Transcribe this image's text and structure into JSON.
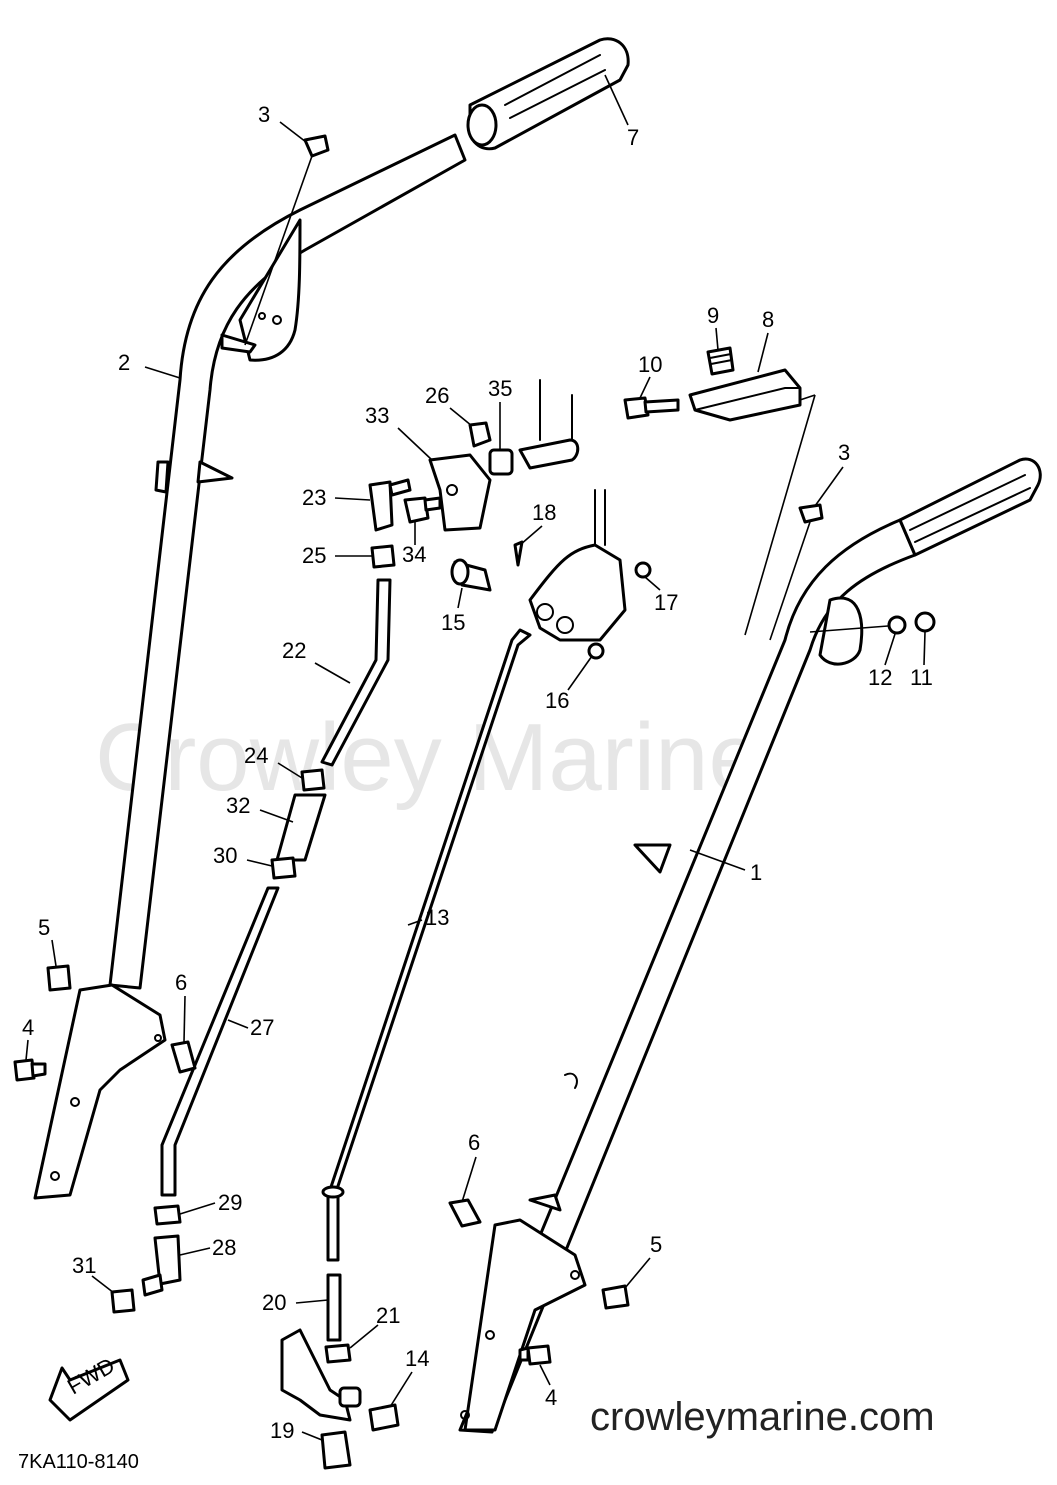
{
  "watermark": "Crowley Marine",
  "site": "crowleymarine.com",
  "drawing_code": "7KA110-8140",
  "fwd_label": "FWD",
  "callouts": {
    "c1": "1",
    "c2": "2",
    "c3a": "3",
    "c3b": "3",
    "c4a": "4",
    "c4b": "4",
    "c5a": "5",
    "c5b": "5",
    "c6a": "6",
    "c6b": "6",
    "c7": "7",
    "c8": "8",
    "c9": "9",
    "c10": "10",
    "c11": "11",
    "c12": "12",
    "c13": "13",
    "c14": "14",
    "c15": "15",
    "c16": "16",
    "c17": "17",
    "c18": "18",
    "c19": "19",
    "c20": "20",
    "c21": "21",
    "c22": "22",
    "c23": "23",
    "c24": "24",
    "c25": "25",
    "c26": "26",
    "c27": "27",
    "c28": "28",
    "c29": "29",
    "c30": "30",
    "c31": "31",
    "c32": "32",
    "c33": "33",
    "c34": "34",
    "c35": "35"
  }
}
